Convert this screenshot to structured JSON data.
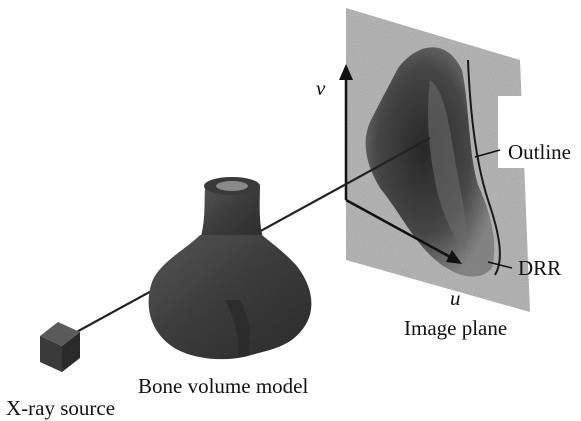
{
  "labels": {
    "xray_source": "X-ray source",
    "bone_volume_model": "Bone volume model",
    "image_plane": "Image plane",
    "outline": "Outline",
    "drr": "DRR",
    "axis_u": "u",
    "axis_v": "v"
  },
  "colors": {
    "image_plane": "#b8b8b8",
    "bone": "#4a4a4a",
    "drr_shadow": "#3c3c3c",
    "ray": "#222222",
    "cube": "#3a3a3a",
    "text": "#111111"
  }
}
